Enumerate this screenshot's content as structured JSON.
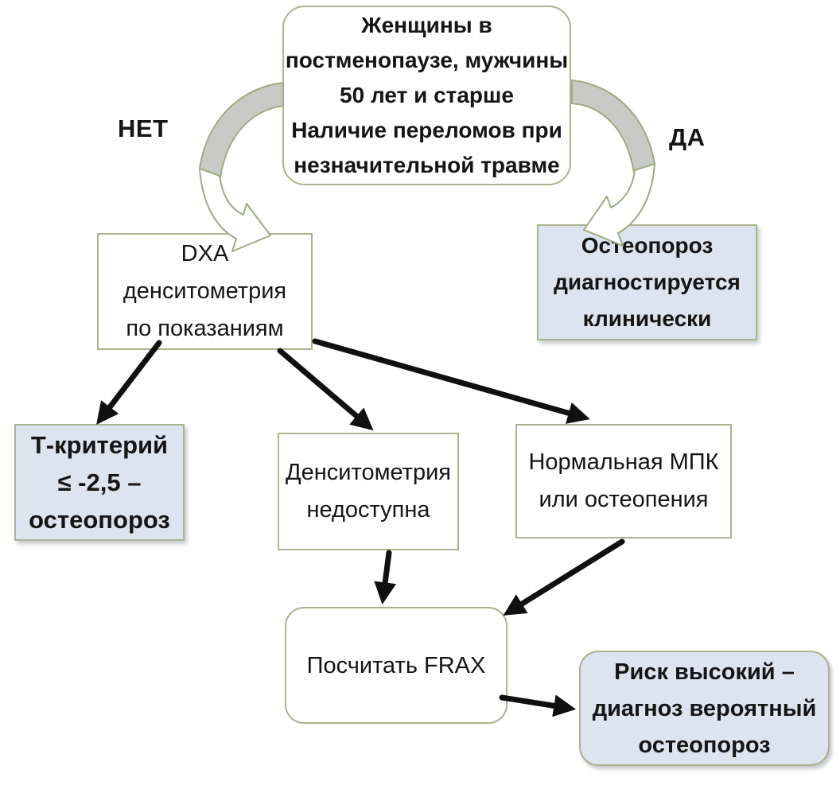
{
  "diagram": {
    "labels": {
      "no": "НЕТ",
      "yes": "ДА"
    },
    "nodes": {
      "criteria": {
        "lines": [
          "Женщины в",
          "постменопаузе, мужчины",
          "50 лет и старше",
          "Наличие переломов при",
          "незначительной травме"
        ]
      },
      "dxa": {
        "lines": [
          "DXA денситометрия",
          "по показаниям"
        ]
      },
      "osteo_clinical": {
        "lines": [
          "Остеопороз",
          "диагностируется",
          "клинически"
        ]
      },
      "t_criterion": {
        "lines": [
          "Т-критерий",
          "≤ -2,5 –",
          "остеопороз"
        ]
      },
      "densitometry_unavailable": {
        "lines": [
          "Денситометрия",
          "недоступна"
        ]
      },
      "normal_bmd": {
        "lines": [
          "Нормальная МПК",
          "или остеопения"
        ]
      },
      "frax": {
        "lines": [
          "Посчитать FRAX"
        ]
      },
      "high_risk": {
        "lines": [
          "Риск высокий –",
          "диагноз вероятный",
          "остеопороз"
        ]
      }
    },
    "colors": {
      "highlight_fill": "#dce4ef",
      "box_border": "#a9b48e",
      "curved_fill": "#c9cac6",
      "curved_stroke": "#9dab84",
      "arrow": "#101010",
      "text": "#151515"
    }
  }
}
